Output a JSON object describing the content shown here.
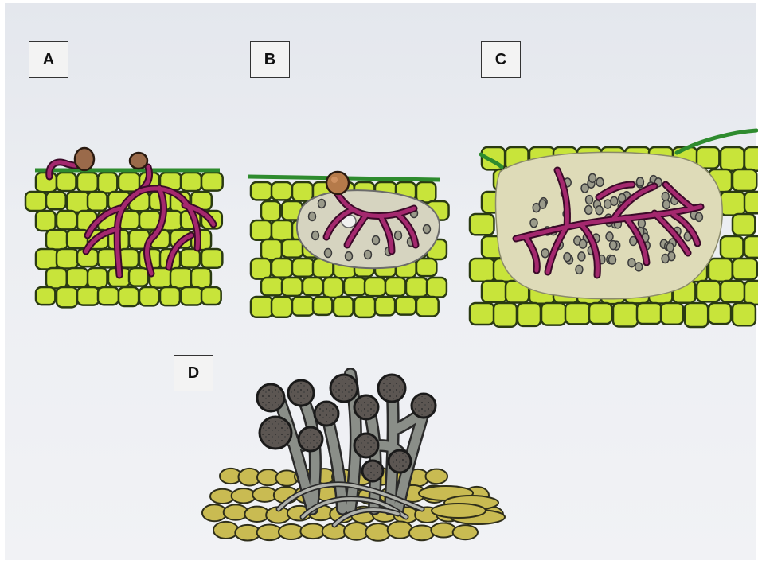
{
  "panels": {
    "a": {
      "label": "A"
    },
    "b": {
      "label": "B"
    },
    "c": {
      "label": "C"
    },
    "d": {
      "label": "D"
    }
  },
  "colors": {
    "cell_fill": "#c8e43a",
    "cell_outline": "#2a3a12",
    "epidermis": "#2e8b2e",
    "hypha": "#a4286e",
    "hypha_outline": "#3a0a28",
    "spore": "#9a6a4a",
    "lesion": "#d8d6b4",
    "sporangium": "#5c5652",
    "sporangiophore": "#8a8e88",
    "substrate_cell": "#c9bb52"
  }
}
